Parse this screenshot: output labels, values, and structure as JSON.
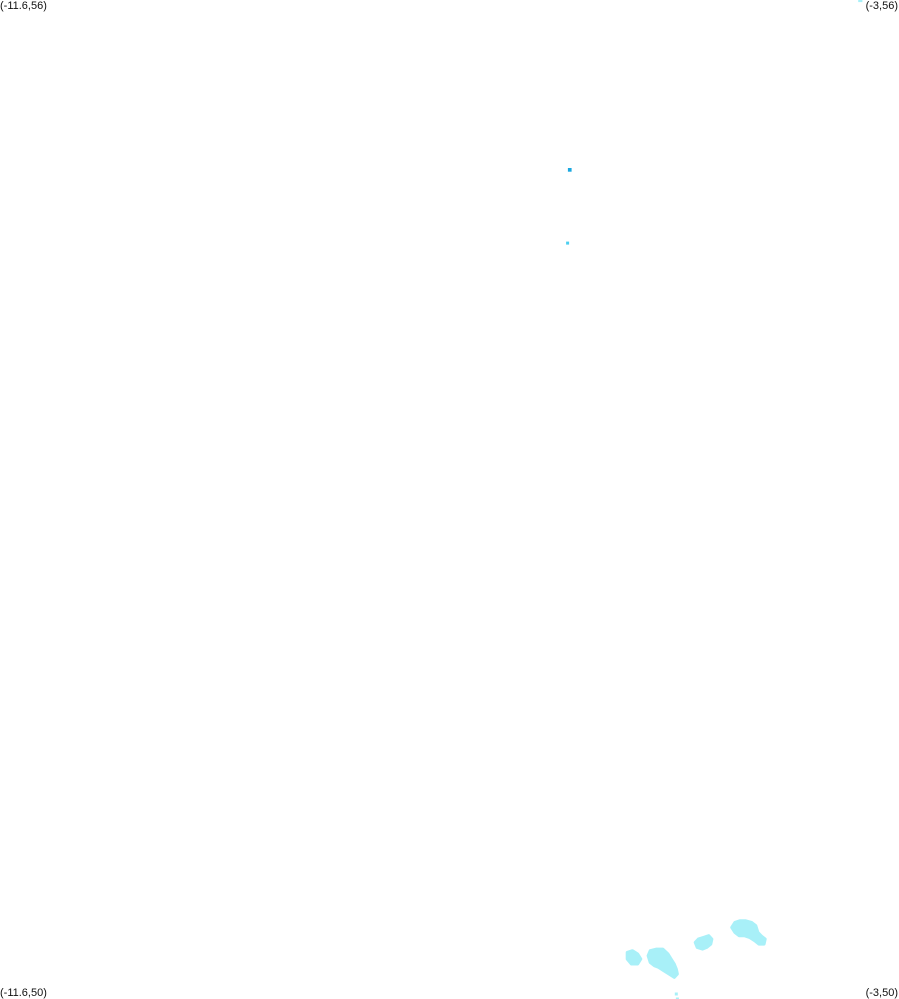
{
  "map": {
    "corners": {
      "top_left": "(-11.6,56)",
      "top_right": "(-3,56)",
      "bottom_left": "(-11.6,50)",
      "bottom_right": "(-3,50)"
    },
    "extent": {
      "lon_min": -11.6,
      "lon_max": -3,
      "lat_min": 50,
      "lat_max": 56
    },
    "colors": {
      "background": "#ffffff",
      "land": "#a8f0f8",
      "marker_dark": "#1aa8e0",
      "marker_light": "#4ccff0"
    },
    "markers": [
      {
        "lon": -3.37,
        "lat": 56.0,
        "size": 0.04,
        "color": "#a8f0f8"
      },
      {
        "lon": -6.15,
        "lat": 54.98,
        "size": 0.035,
        "color": "#1aa8e0"
      },
      {
        "lon": -6.17,
        "lat": 54.54,
        "size": 0.02,
        "color": "#4ccff0"
      },
      {
        "lon": -5.13,
        "lat": 50.03,
        "size": 0.015,
        "color": "#a8f0f8"
      },
      {
        "lon": -5.12,
        "lat": 50.0,
        "size": 0.015,
        "color": "#a8f0f8"
      }
    ],
    "land_shapes": [
      {
        "name": "main-coast",
        "points": [
          [
            -4.57,
            50.46
          ],
          [
            -4.52,
            50.47
          ],
          [
            -4.47,
            50.47
          ],
          [
            -4.41,
            50.46
          ],
          [
            -4.37,
            50.44
          ],
          [
            -4.35,
            50.4
          ],
          [
            -4.32,
            50.38
          ],
          [
            -4.28,
            50.36
          ],
          [
            -4.29,
            50.33
          ],
          [
            -4.34,
            50.33
          ],
          [
            -4.38,
            50.35
          ],
          [
            -4.43,
            50.37
          ],
          [
            -4.48,
            50.38
          ],
          [
            -4.53,
            50.38
          ],
          [
            -4.57,
            50.4
          ],
          [
            -4.6,
            50.43
          ]
        ]
      },
      {
        "name": "mid-coast",
        "points": [
          [
            -4.92,
            50.36
          ],
          [
            -4.87,
            50.37
          ],
          [
            -4.82,
            50.38
          ],
          [
            -4.79,
            50.36
          ],
          [
            -4.8,
            50.33
          ],
          [
            -4.84,
            50.31
          ],
          [
            -4.88,
            50.3
          ],
          [
            -4.93,
            50.31
          ],
          [
            -4.95,
            50.34
          ]
        ]
      },
      {
        "name": "west-coast",
        "points": [
          [
            -5.38,
            50.29
          ],
          [
            -5.32,
            50.3
          ],
          [
            -5.26,
            50.3
          ],
          [
            -5.21,
            50.27
          ],
          [
            -5.18,
            50.24
          ],
          [
            -5.15,
            50.21
          ],
          [
            -5.13,
            50.18
          ],
          [
            -5.12,
            50.15
          ],
          [
            -5.15,
            50.13
          ],
          [
            -5.2,
            50.15
          ],
          [
            -5.25,
            50.17
          ],
          [
            -5.3,
            50.19
          ],
          [
            -5.34,
            50.2
          ],
          [
            -5.38,
            50.22
          ],
          [
            -5.4,
            50.26
          ]
        ]
      },
      {
        "name": "far-west-coast",
        "points": [
          [
            -5.6,
            50.28
          ],
          [
            -5.55,
            50.29
          ],
          [
            -5.5,
            50.27
          ],
          [
            -5.47,
            50.24
          ],
          [
            -5.5,
            50.21
          ],
          [
            -5.56,
            50.21
          ],
          [
            -5.6,
            50.24
          ]
        ]
      }
    ]
  }
}
